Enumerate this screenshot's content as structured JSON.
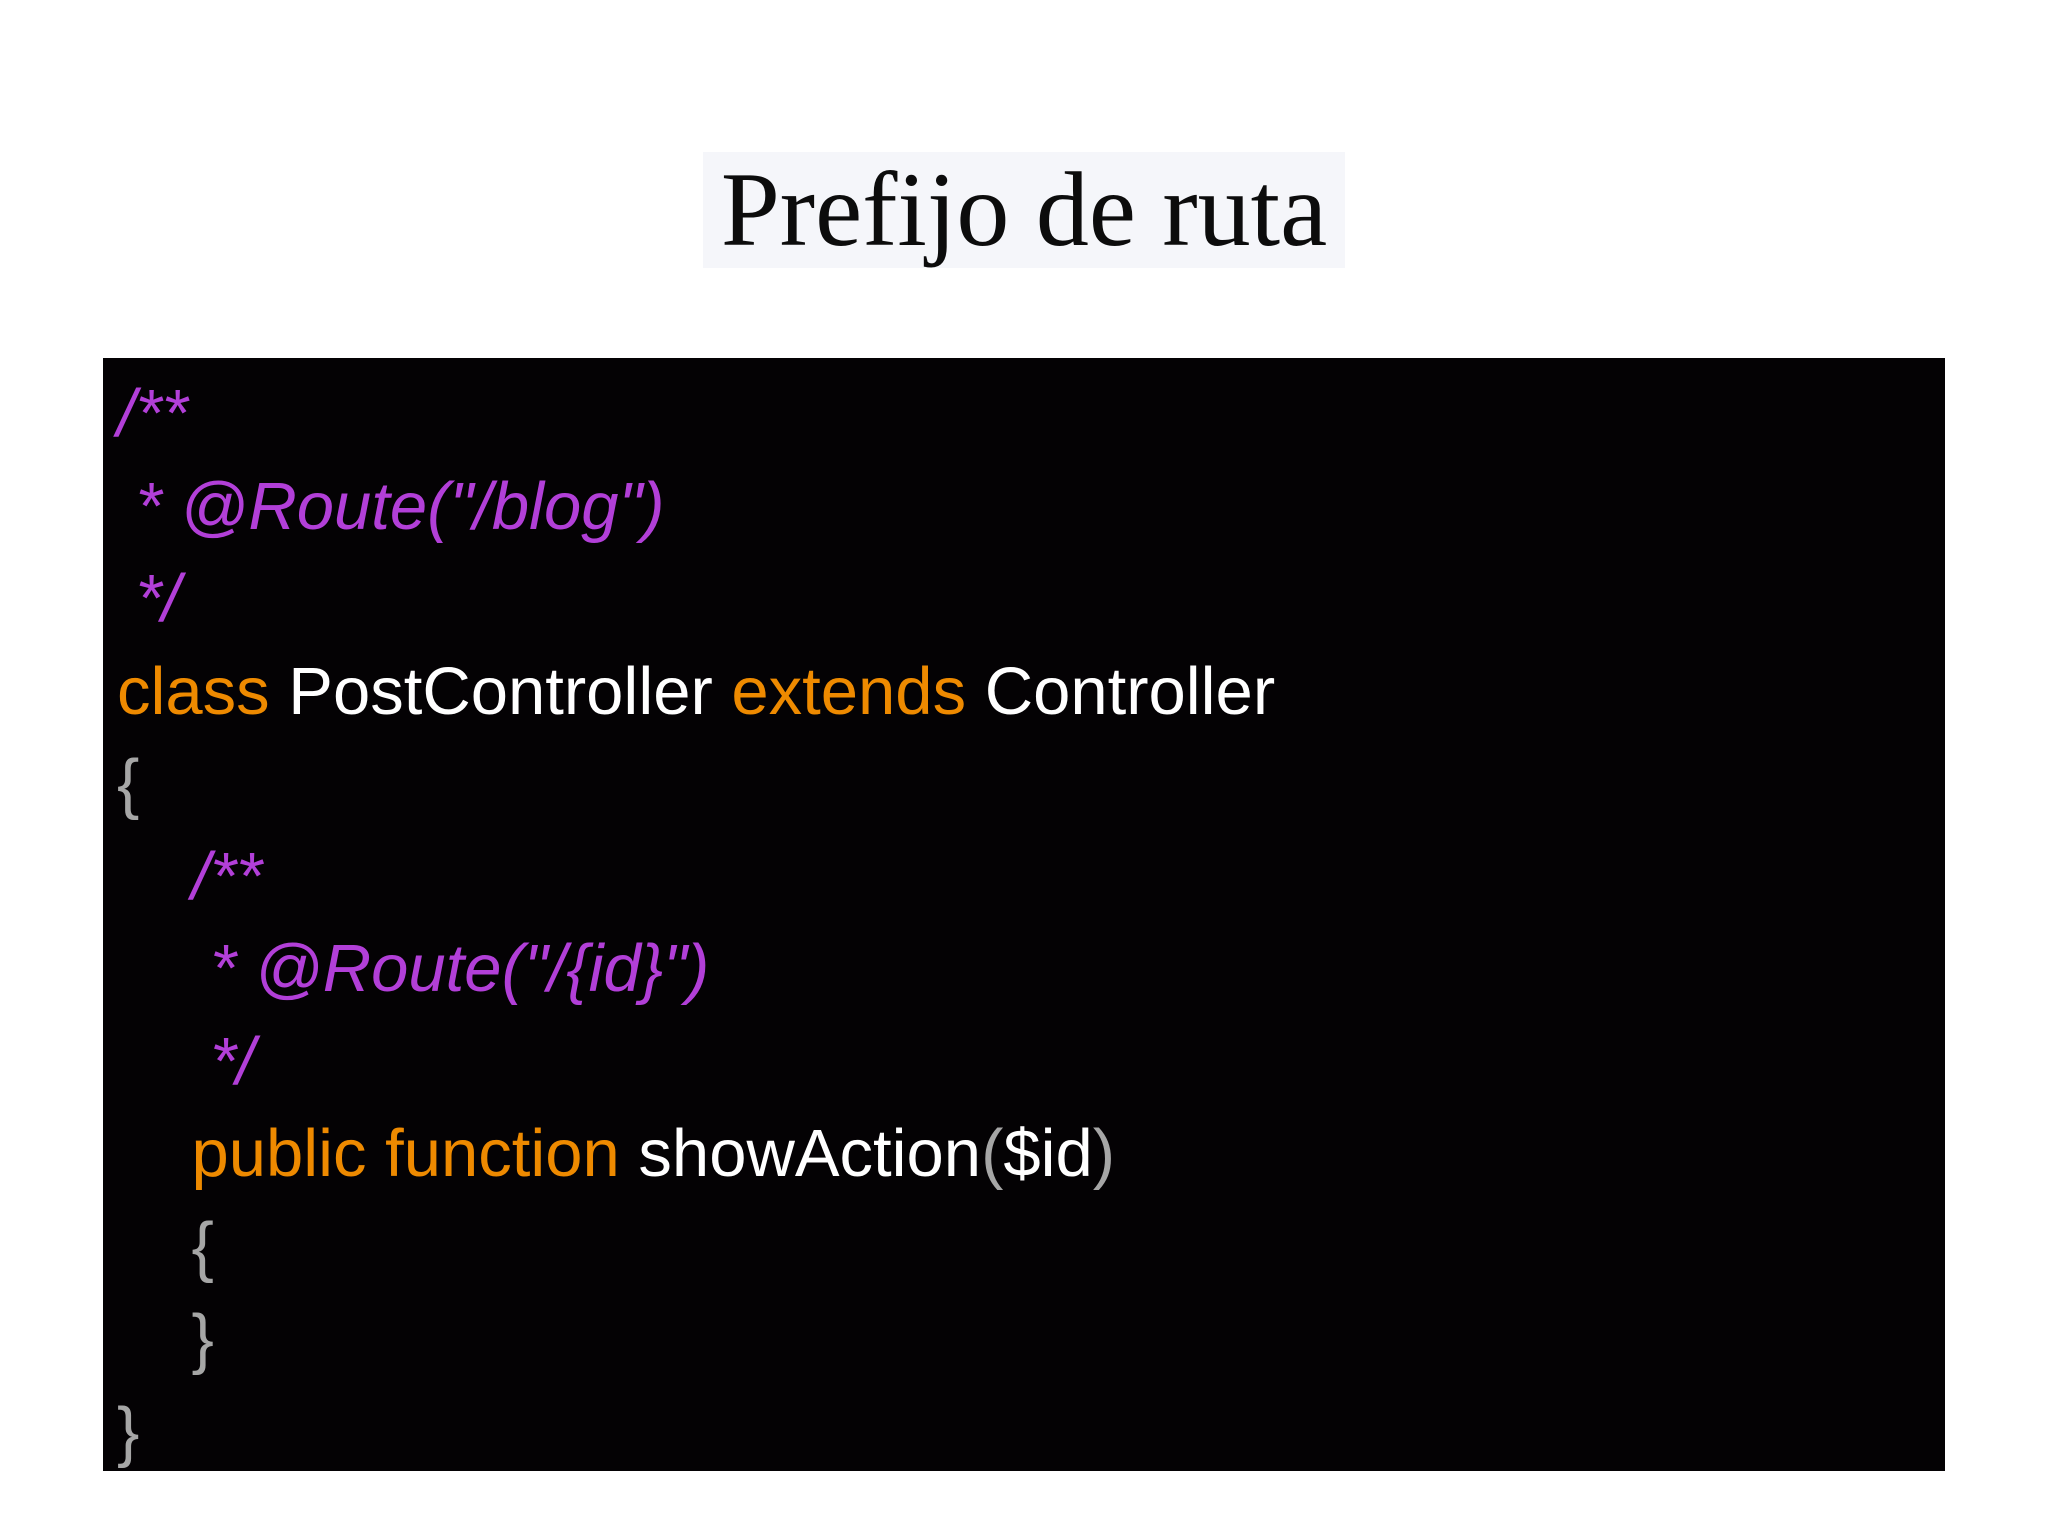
{
  "title": {
    "text": "Prefijo de ruta",
    "background": "#f5f6fa",
    "color": "#0c0c0c"
  },
  "code_block": {
    "background": "#040204",
    "language": "php",
    "colors": {
      "comment": "#b23fd8",
      "keyword": "#ee8a00",
      "identifier": "#ffffff",
      "punctuation": "#a6a6a6"
    },
    "lines": [
      {
        "segments": [
          {
            "text": "/**",
            "style": "comment"
          }
        ]
      },
      {
        "segments": [
          {
            "text": " * @Route(\"/blog\")",
            "style": "comment"
          }
        ]
      },
      {
        "segments": [
          {
            "text": " */",
            "style": "comment"
          }
        ]
      },
      {
        "segments": [
          {
            "text": "class",
            "style": "keyword"
          },
          {
            "text": " PostController ",
            "style": "identifier"
          },
          {
            "text": "extends",
            "style": "keyword"
          },
          {
            "text": " Controller",
            "style": "identifier"
          }
        ]
      },
      {
        "segments": [
          {
            "text": "{",
            "style": "punctuation"
          }
        ]
      },
      {
        "segments": [
          {
            "text": "    /**",
            "style": "comment"
          }
        ]
      },
      {
        "segments": [
          {
            "text": "     * @Route(\"/{id}\")",
            "style": "comment"
          }
        ]
      },
      {
        "segments": [
          {
            "text": "     */",
            "style": "comment"
          }
        ]
      },
      {
        "segments": [
          {
            "text": "    ",
            "style": "identifier"
          },
          {
            "text": "public function",
            "style": "keyword"
          },
          {
            "text": " showAction",
            "style": "identifier"
          },
          {
            "text": "(",
            "style": "punctuation"
          },
          {
            "text": "$id",
            "style": "identifier"
          },
          {
            "text": ")",
            "style": "punctuation"
          }
        ]
      },
      {
        "segments": [
          {
            "text": "    {",
            "style": "punctuation"
          }
        ]
      },
      {
        "segments": [
          {
            "text": "    }",
            "style": "punctuation"
          }
        ]
      },
      {
        "segments": [
          {
            "text": "}",
            "style": "punctuation"
          }
        ]
      }
    ]
  }
}
